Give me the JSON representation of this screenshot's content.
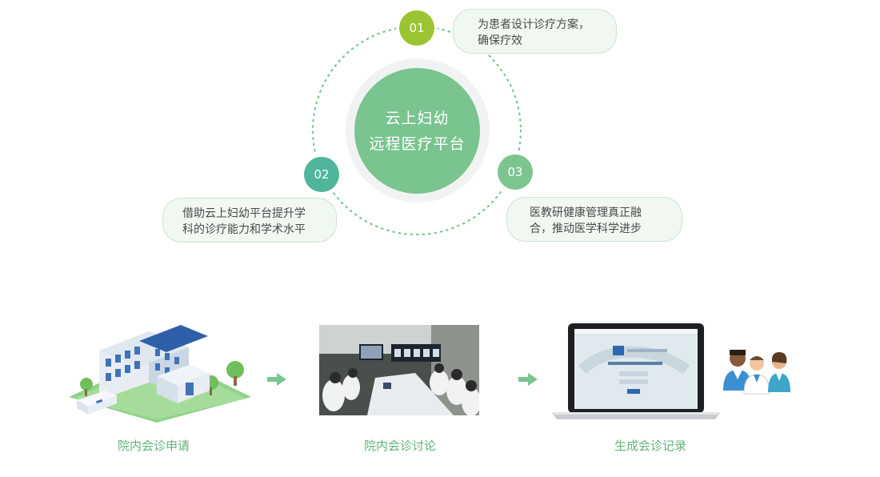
{
  "platform": {
    "title_line1": "云上妇幼",
    "title_line2": "远程医疗平台"
  },
  "points": [
    {
      "number": "01",
      "text_line1": "为患者设计诊疗方案，",
      "text_line2": "确保疗效",
      "color": "#9ac431"
    },
    {
      "number": "02",
      "text_line1": "借助云上妇幼平台提升学",
      "text_line2": "科的诊疗能力和学术水平",
      "color": "#4fb69c"
    },
    {
      "number": "03",
      "text_line1": "医教研健康管理真正融",
      "text_line2": "合，推动医学科学进步",
      "color": "#7cc58f"
    }
  ],
  "flow": [
    {
      "label": "院内会诊申请",
      "icon": "hospital-building-icon"
    },
    {
      "label": "院内会诊讨论",
      "icon": "meeting-room-photo"
    },
    {
      "label": "生成会诊记录",
      "icon": "laptop-with-doctors-icon"
    }
  ],
  "colors": {
    "hub": "#79c48f",
    "caption": "#5fb477",
    "arrow": "#79c48f",
    "bubble_bg": "#f1f7f1"
  }
}
